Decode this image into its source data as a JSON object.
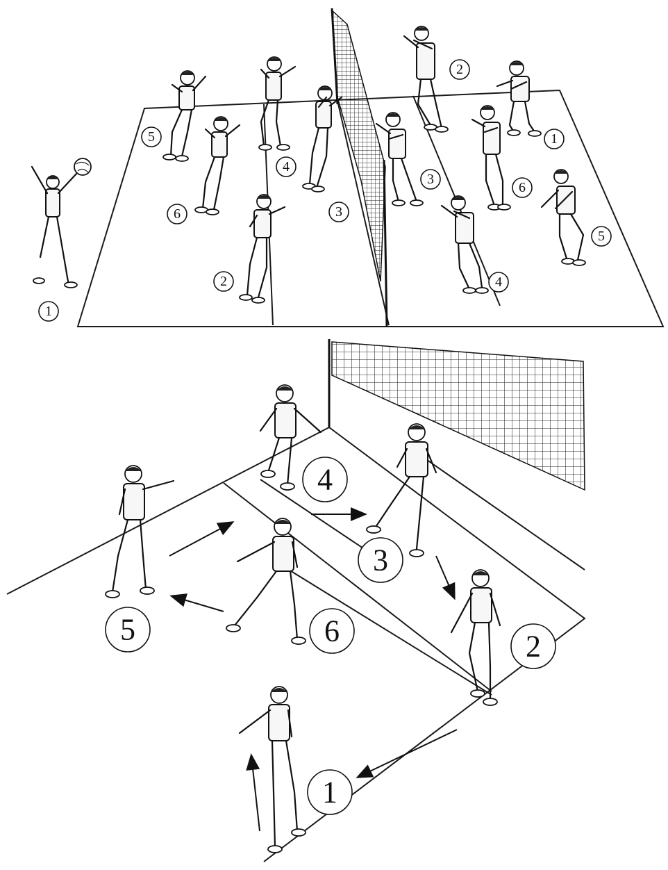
{
  "top_diagram": {
    "position_labels": [
      "1",
      "2",
      "3",
      "4",
      "5",
      "6",
      "1",
      "2",
      "3",
      "4",
      "5",
      "6"
    ]
  },
  "bottom_diagram": {
    "position_labels": [
      "1",
      "2",
      "3",
      "4",
      "5",
      "6"
    ]
  },
  "colors": {
    "ink": "#111111",
    "paper": "#ffffff"
  }
}
